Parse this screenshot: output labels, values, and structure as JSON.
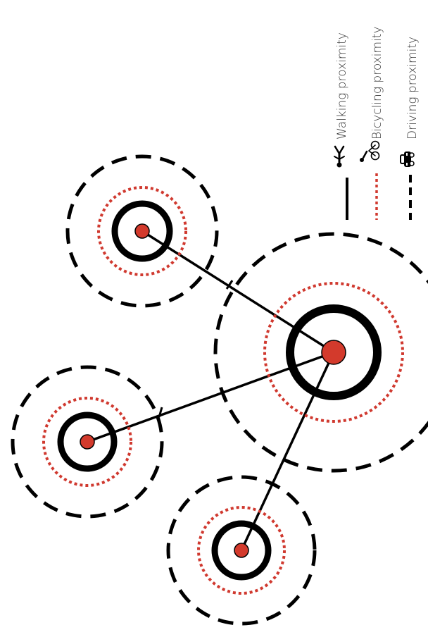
{
  "legend": {
    "items": [
      {
        "key": "walking",
        "label": "Walking proximity",
        "icon": "pedestrian-icon",
        "line_style": "solid",
        "color": "#000000"
      },
      {
        "key": "bicycling",
        "label": "Bicycling proximity",
        "icon": "bicyclist-icon",
        "line_style": "dotted",
        "color": "#d0392f"
      },
      {
        "key": "driving",
        "label": "Driving proximity",
        "icon": "car-icon",
        "line_style": "dashed",
        "color": "#000000"
      }
    ]
  },
  "colors": {
    "node_fill": "#d33a2c",
    "bicycling_ring": "#d0392f",
    "walking_ring": "#000000",
    "driving_ring": "#000000",
    "background": "#ffffff"
  },
  "nodes": [
    {
      "id": "hub",
      "label": "",
      "role": "central hub"
    },
    {
      "id": "node-a",
      "label": "",
      "role": "satellite"
    },
    {
      "id": "node-b",
      "label": "",
      "role": "satellite"
    },
    {
      "id": "node-c",
      "label": "",
      "role": "satellite"
    }
  ],
  "edges": [
    {
      "from": "hub",
      "to": "node-a"
    },
    {
      "from": "hub",
      "to": "node-b"
    },
    {
      "from": "hub",
      "to": "node-c"
    }
  ]
}
